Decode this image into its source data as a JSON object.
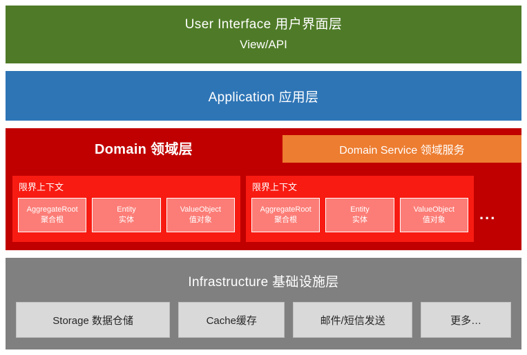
{
  "ui_layer": {
    "line1": "User Interface 用户界面层",
    "line2": "View/API",
    "color": "#4f7b28"
  },
  "application_layer": {
    "title": "Application  应用层",
    "color": "#2e75b6"
  },
  "domain_layer": {
    "title": "Domain 领域层",
    "color": "#c00000",
    "domain_service": {
      "title": "Domain Service 领域服务",
      "color": "#ed7d31"
    },
    "bounded_contexts": [
      {
        "title": "限界上下文",
        "color": "#f81b12",
        "items": [
          {
            "en": "AggregateRoot",
            "zh": "聚合根"
          },
          {
            "en": "Entity",
            "zh": "实体"
          },
          {
            "en": "ValueObject",
            "zh": "值对象"
          }
        ]
      },
      {
        "title": "限界上下文",
        "color": "#f81b12",
        "items": [
          {
            "en": "AggregateRoot",
            "zh": "聚合根"
          },
          {
            "en": "Entity",
            "zh": "实体"
          },
          {
            "en": "ValueObject",
            "zh": "值对象"
          }
        ]
      }
    ],
    "more_indicator": "..."
  },
  "infrastructure_layer": {
    "title": "Infrastructure  基础设施层",
    "color": "#808080",
    "items": [
      "Storage 数据仓储",
      "Cache缓存",
      "邮件/短信发送",
      "更多…"
    ]
  }
}
